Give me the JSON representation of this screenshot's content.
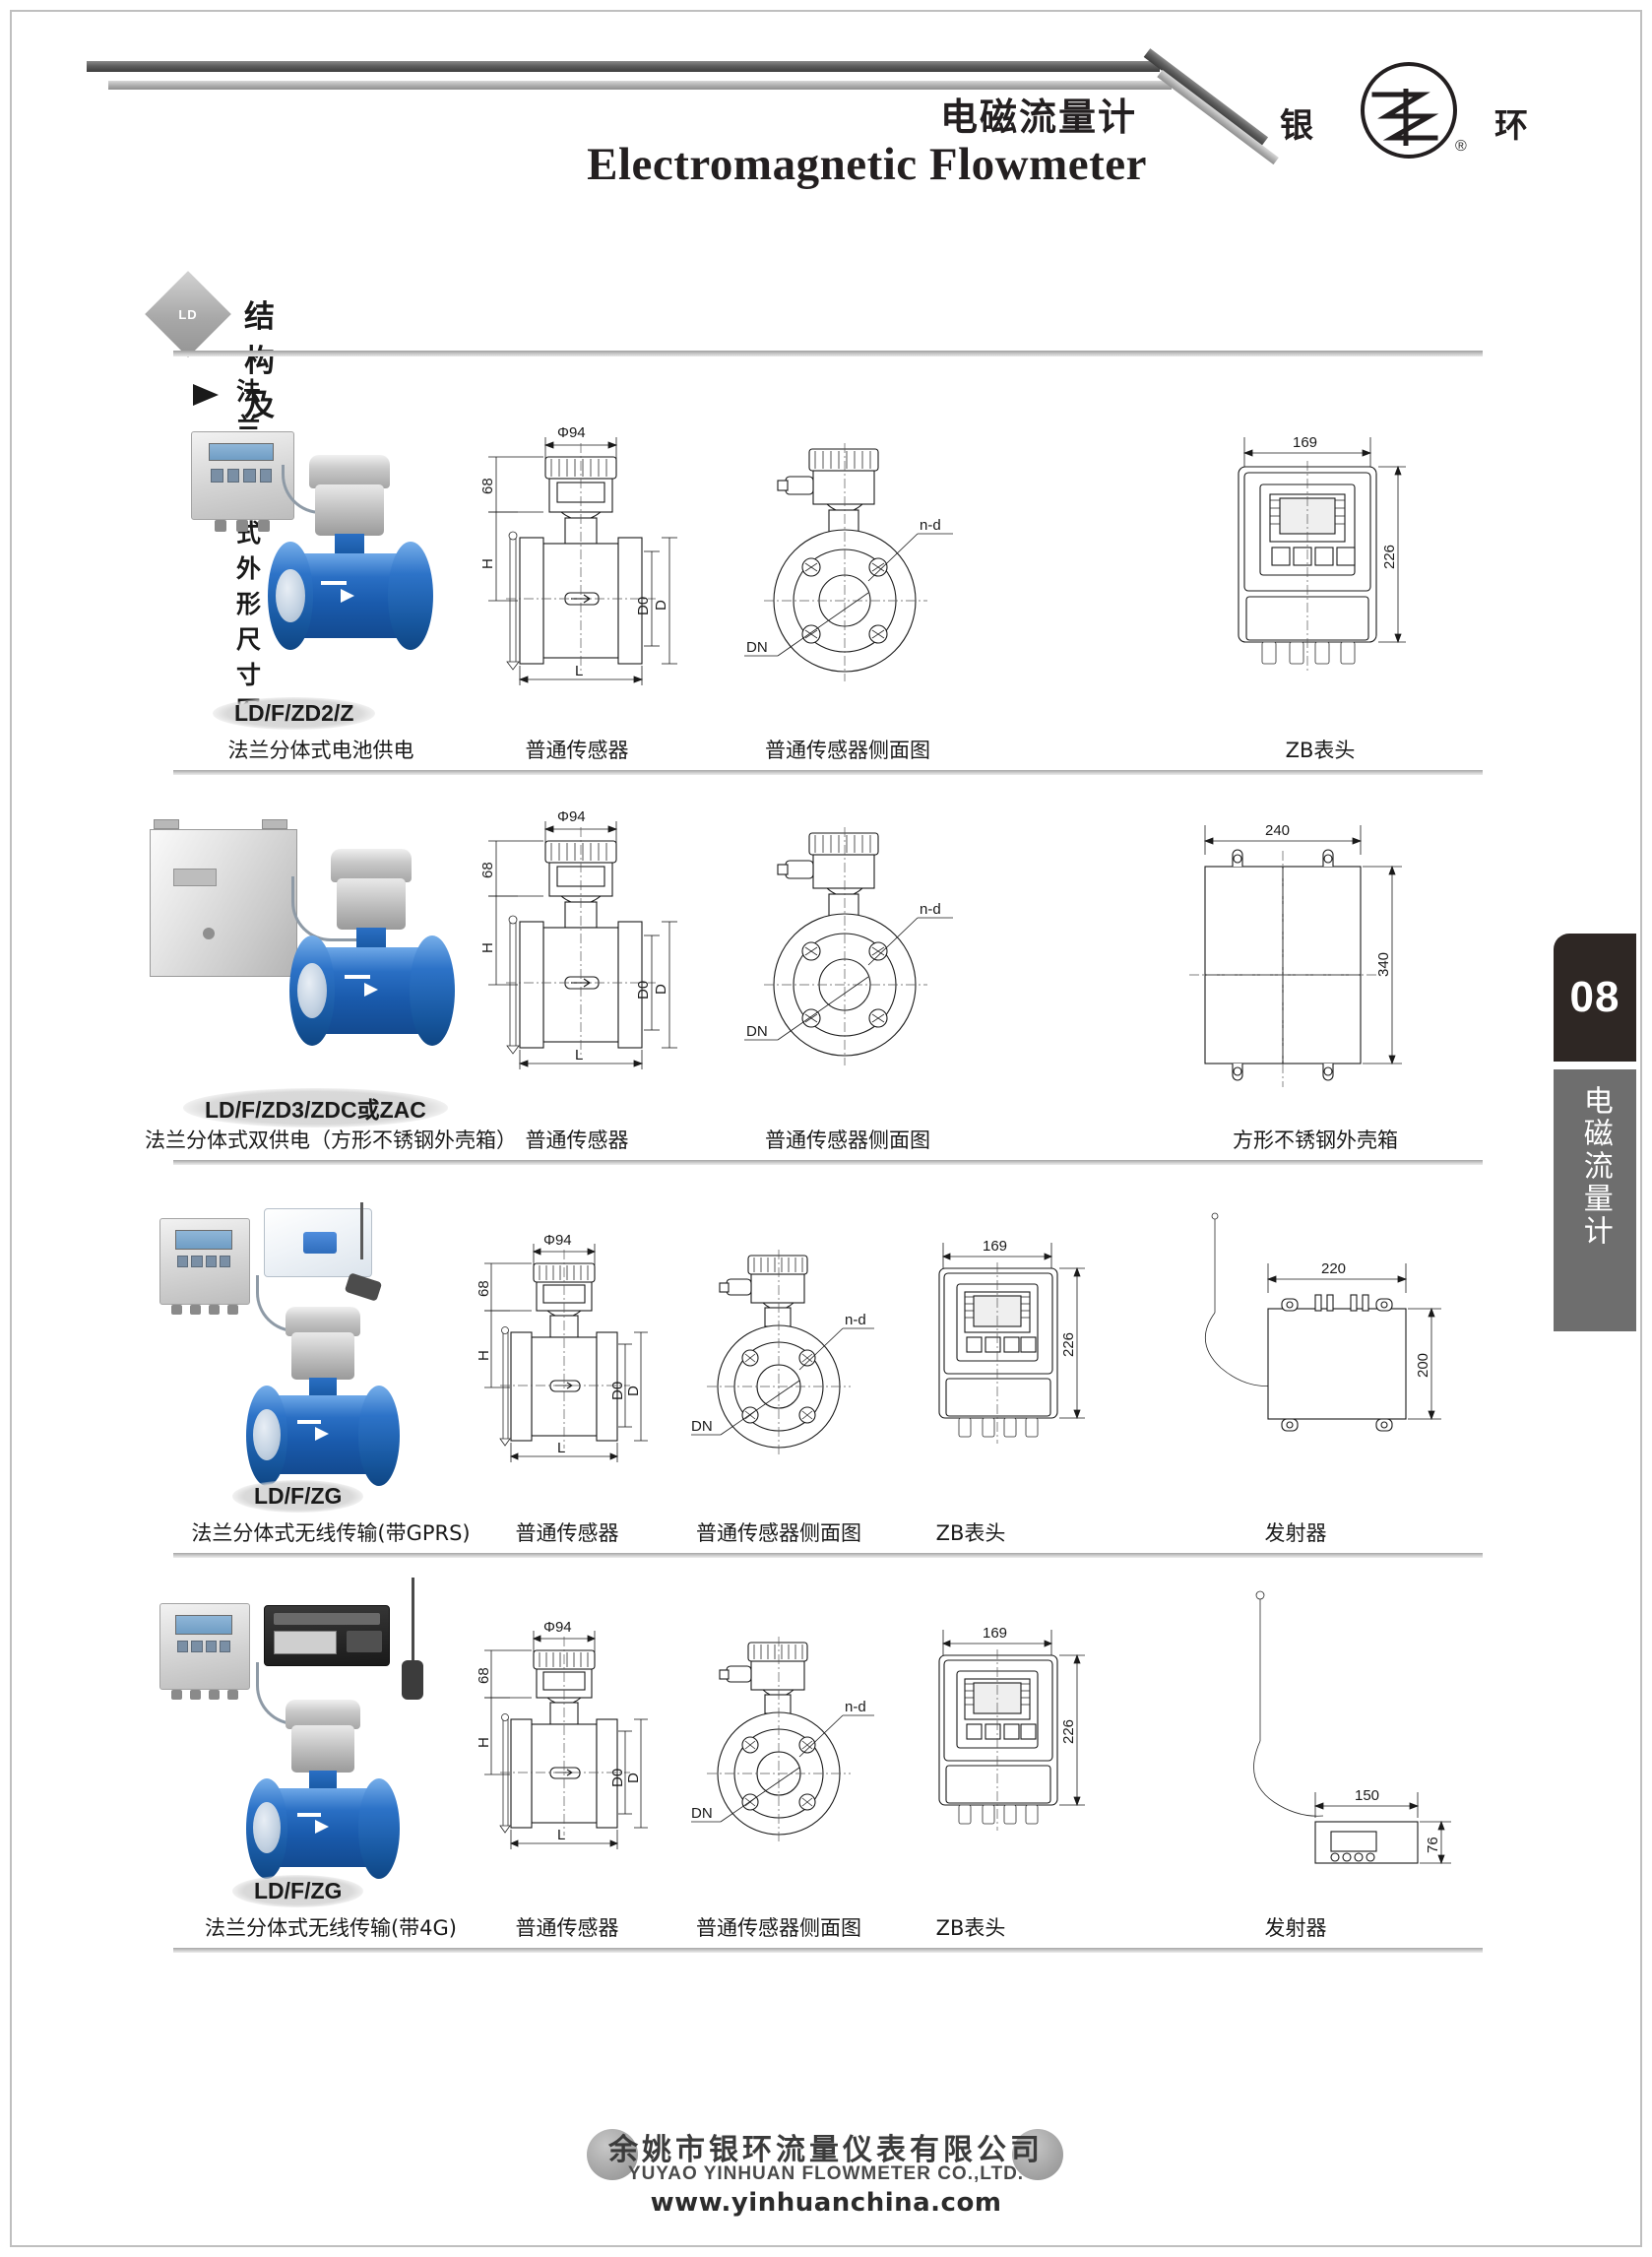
{
  "header": {
    "title_cn": "电磁流量计",
    "title_en": "Electromagnetic Flowmeter",
    "logo_left_cn": "银",
    "logo_right_cn": "环",
    "logo_reg": "®"
  },
  "section": {
    "badge": "LD",
    "title": "结构及尺寸",
    "subtitle": "法兰分体式外形尺寸图"
  },
  "side_tab": {
    "page_number": "08",
    "label": "电磁流量计"
  },
  "footer": {
    "company_cn": "余姚市银环流量仪表有限公司",
    "company_en": "YUYAO YINHUAN FLOWMETER CO.,LTD.",
    "website": "www.yinhuanchina.com"
  },
  "rows": [
    {
      "model": "LD/F/ZD2/Z",
      "product_caption": "法兰分体式电池供电",
      "captions": [
        "普通传感器",
        "普通传感器侧面图",
        "ZB表头"
      ],
      "dims": {
        "sensor": {
          "dia": "Φ94",
          "h_top": "68",
          "h": "H",
          "d0": "D0",
          "d": "D",
          "l": "L"
        },
        "side": {
          "nd": "n-d",
          "dn": "DN"
        },
        "head": {
          "w": "169",
          "h": "226"
        }
      }
    },
    {
      "model": "LD/F/ZD3/ZDC或ZAC",
      "product_caption": "法兰分体式双供电（方形不锈钢外壳箱）",
      "captions": [
        "普通传感器",
        "普通传感器侧面图",
        "方形不锈钢外壳箱"
      ],
      "dims": {
        "sensor": {
          "dia": "Φ94",
          "h_top": "68",
          "h": "H",
          "d0": "D0",
          "d": "D",
          "l": "L"
        },
        "side": {
          "nd": "n-d",
          "dn": "DN"
        },
        "box": {
          "w": "240",
          "h": "340"
        }
      }
    },
    {
      "model": "LD/F/ZG",
      "product_caption": "法兰分体式无线传输(带GPRS)",
      "captions": [
        "普通传感器",
        "普通传感器侧面图",
        "ZB表头",
        "发射器"
      ],
      "dims": {
        "sensor": {
          "dia": "Φ94",
          "h_top": "68",
          "h": "H",
          "d0": "D0",
          "d": "D",
          "l": "L"
        },
        "side": {
          "nd": "n-d",
          "dn": "DN"
        },
        "head": {
          "w": "169",
          "h": "226"
        },
        "transmitter": {
          "w": "220",
          "h": "200"
        }
      }
    },
    {
      "model": "LD/F/ZG",
      "product_caption": "法兰分体式无线传输(带4G)",
      "captions": [
        "普通传感器",
        "普通传感器侧面图",
        "ZB表头",
        "发射器"
      ],
      "dims": {
        "sensor": {
          "dia": "Φ94",
          "h_top": "68",
          "h": "H",
          "d0": "D0",
          "d": "D",
          "l": "L"
        },
        "side": {
          "nd": "n-d",
          "dn": "DN"
        },
        "head": {
          "w": "169",
          "h": "226"
        },
        "transmitter": {
          "w": "150",
          "h": "76"
        }
      }
    }
  ]
}
